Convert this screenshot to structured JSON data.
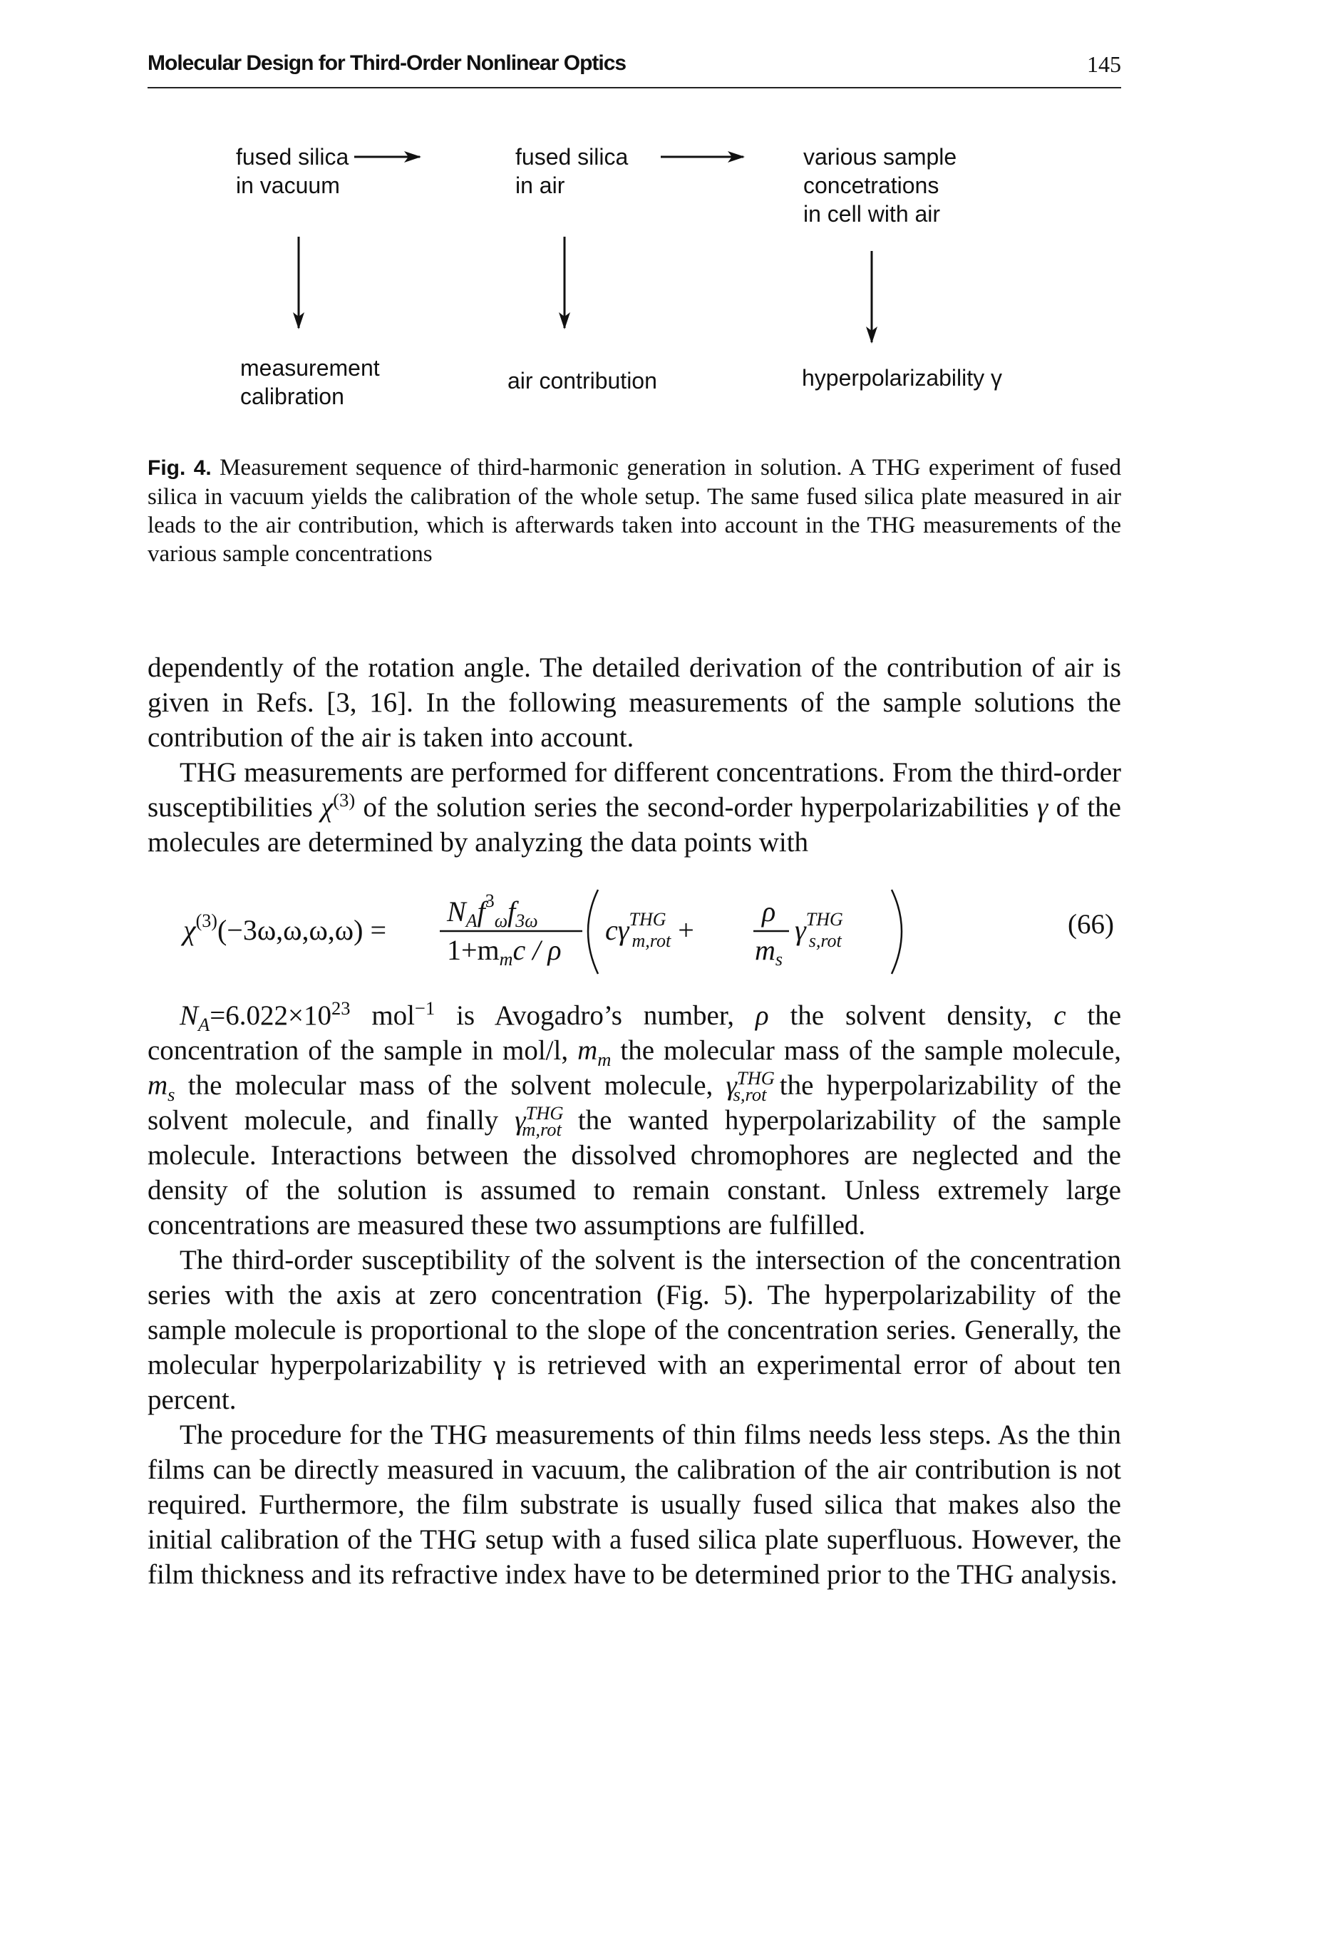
{
  "header": {
    "running_title": "Molecular Design for Third-Order Nonlinear Optics",
    "page_number": "145"
  },
  "diagram": {
    "top_nodes": [
      [
        "fused silica",
        "in vacuum"
      ],
      [
        "fused silica",
        "in air"
      ],
      [
        "various sample",
        "concetrations",
        "in cell with air"
      ]
    ],
    "bottom_nodes": [
      [
        "measurement",
        "calibration"
      ],
      [
        "air contribution"
      ],
      [
        "hyperpolarizability γ"
      ]
    ]
  },
  "caption": {
    "label": "Fig. 4.",
    "text": "Measurement sequence of third-harmonic generation in solution. A THG experiment of fused silica in vacuum yields the calibration of the whole setup. The same fused silica plate measured in air leads to the air contribution, which is afterwards taken into account in the THG measurements of the various sample concentrations"
  },
  "body": {
    "p1": "dependently of the rotation angle. The detailed derivation of the contribution of air is given in Refs. [3, 16]. In the following measurements of the sample solutions the contribution of the air is taken into account.",
    "p2_before_chi": "THG measurements are performed for different concentrations. From the third-order susceptibilities ",
    "chi_symbol": "χ",
    "chi_order": "(3)",
    "p2_middle": " of the solution series the second-order hyperpolarizabilities ",
    "gamma_symbol": "γ",
    "p2_after": " of the molecules are determined by analyzing the data points with"
  },
  "equation": {
    "lhs_chi": "χ",
    "lhs_order": "(3)",
    "lhs_args": "(−3ω,ω,ω,ω) =",
    "frac_num_NA": "N",
    "frac_num_A": "A",
    "frac_num_f": "f",
    "frac_num_fsub": "ω",
    "frac_num_fsup": "3",
    "frac_num_f2": "f",
    "frac_num_f2sub": "3ω",
    "frac_den": "1+m",
    "frac_den_sub": "m",
    "frac_den_rest": "c / ρ",
    "term1_c": "cγ",
    "sup_THG": "THG",
    "sub_mrot": "m,rot",
    "plus": "+",
    "rho": "ρ",
    "ms": "m",
    "ms_sub": "s",
    "term2_gamma": "γ",
    "sub_srot": "s,rot",
    "number": "(66)"
  },
  "after_eq": {
    "p3_a": "=6.022×10",
    "p3_exp": "23",
    "p3_b": " mol",
    "p3_exp2": "−1",
    "p3_c": " is Avogadro’s number, ",
    "p3_d": " the solvent density, ",
    "p3_e": " the concentration of the sample in mol/l, ",
    "p3_f": " the molecular mass of the sample molecule, ",
    "p3_g": " the molecular mass of the solvent molecule, ",
    "p3_h": " the hyperpolarizability of the solvent molecule, and finally ",
    "p3_i": " the wanted hyperpolarizability of the sample molecule. Interactions between the dissolved chromophores are neglected and the density of the solution is assumed to remain constant. Unless extremely large concentrations are measured these two assumptions are fulfilled.",
    "p4": "The third-order susceptibility of the solvent is the intersection of the concentration series with the axis at zero concentration (Fig. 5). The hyperpolarizability of the sample molecule is proportional to the slope of the concentration series. Generally, the molecular hyperpolarizability γ is retrieved with an experimental error of about ten percent.",
    "p5": "The procedure for the THG measurements of thin films needs less steps. As the thin films can be directly measured in vacuum, the calibration of the air contribution is not required. Furthermore, the film substrate is usually fused silica that makes also the initial calibration of the THG setup with a fused silica plate superfluous. However, the film thickness and its refractive index have to be determined prior to the THG analysis."
  }
}
